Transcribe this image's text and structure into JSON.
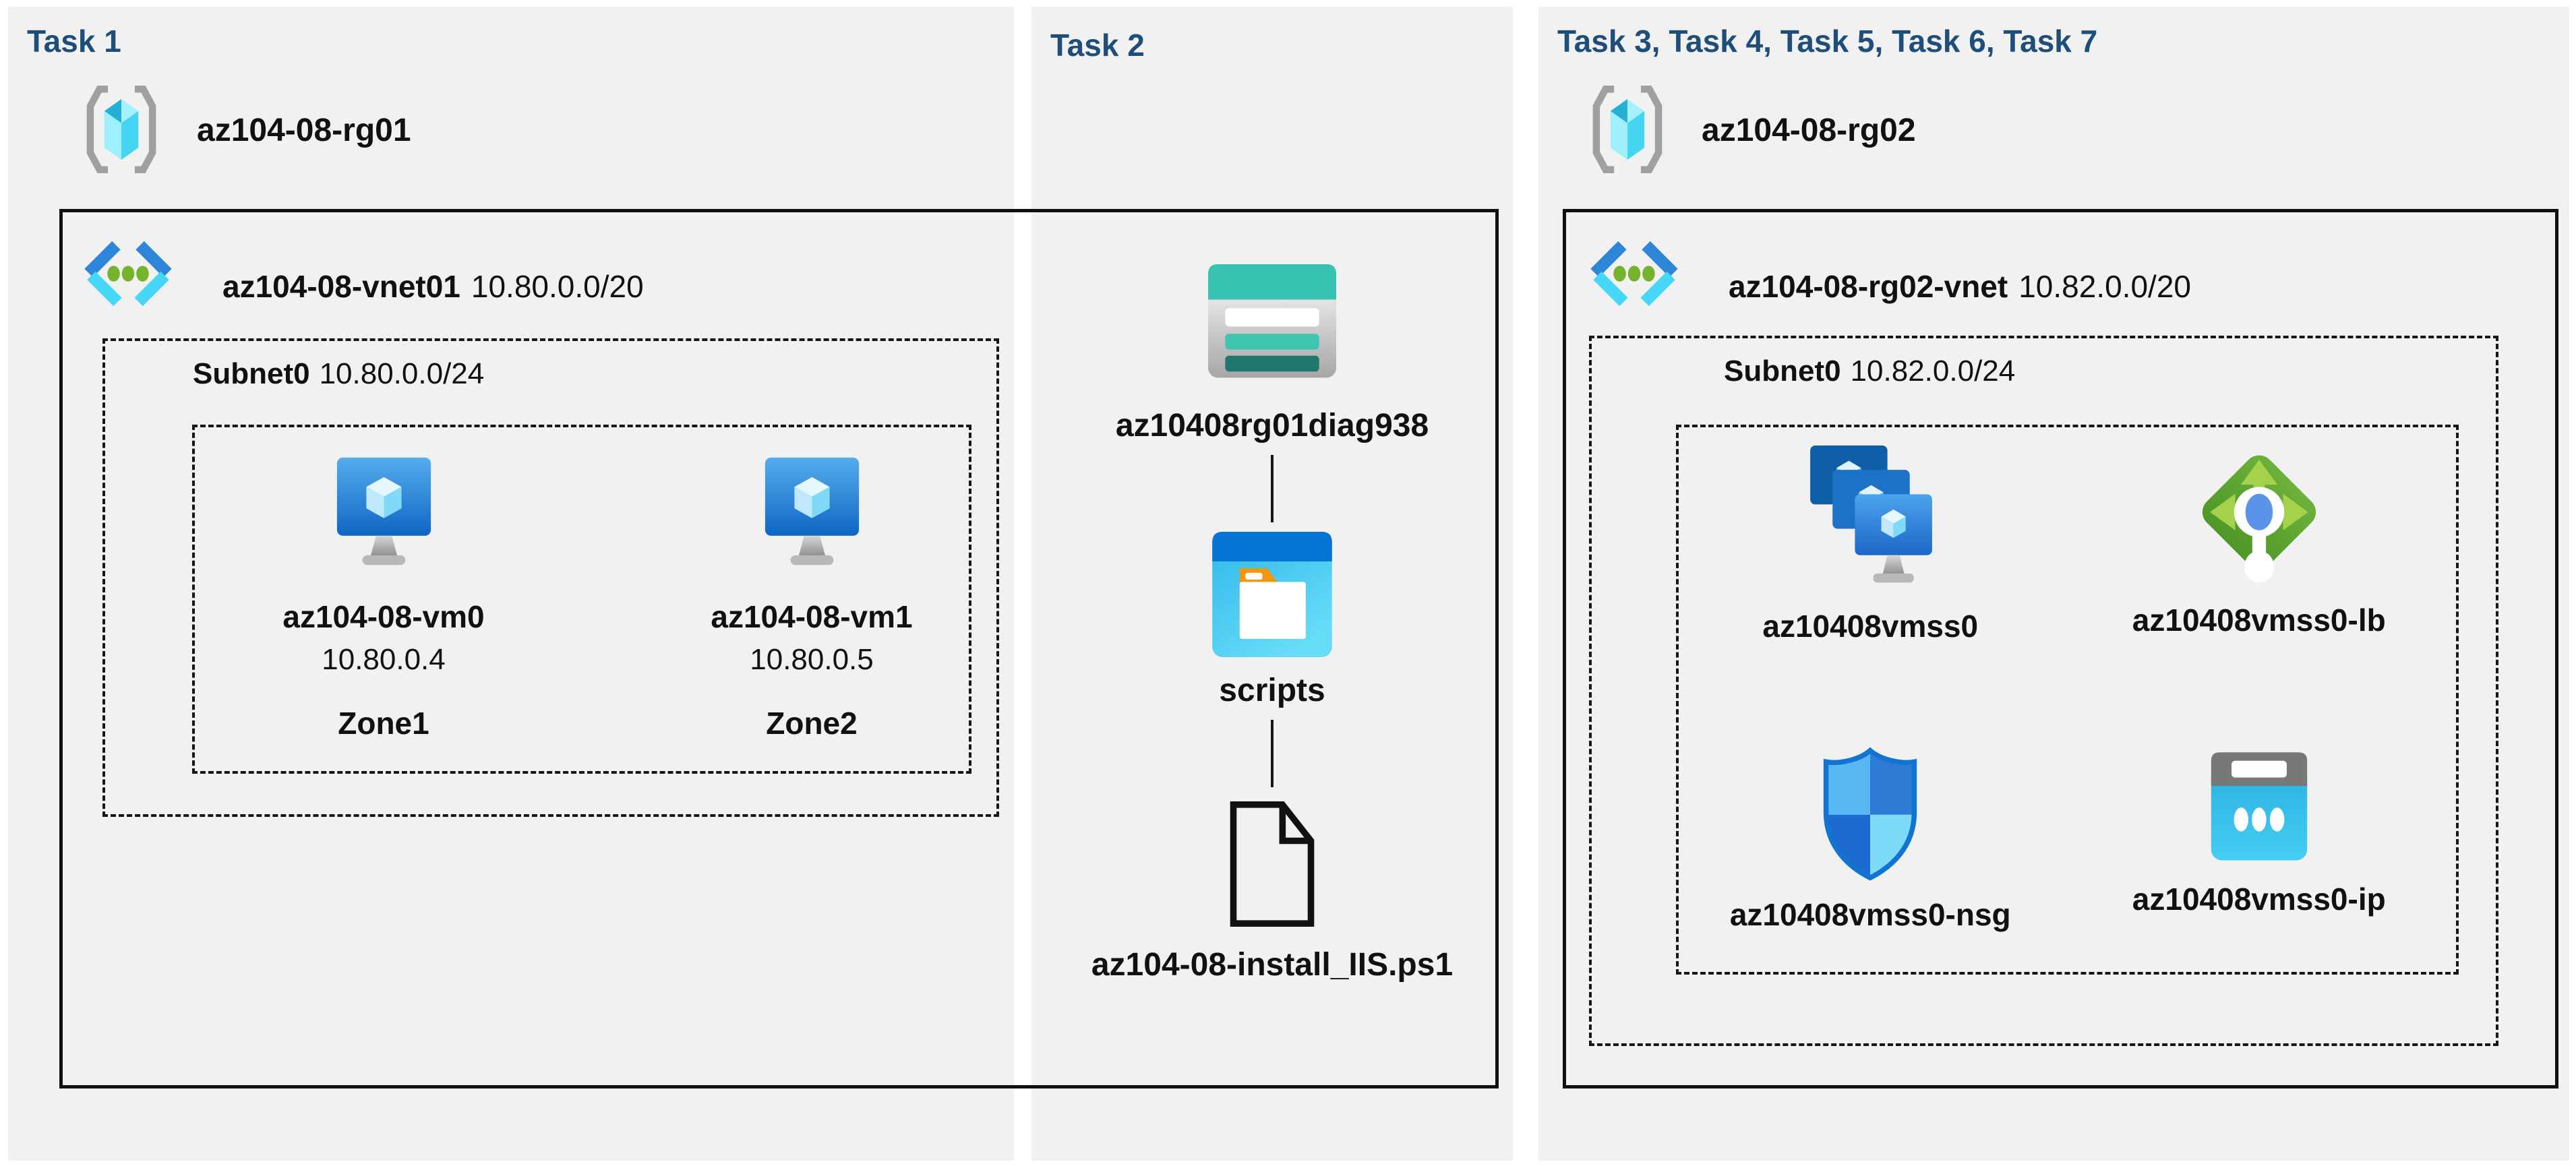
{
  "colors": {
    "task_heading": "#1F4E79",
    "panel_background": "#F1F1F2",
    "box_border": "#101010",
    "storage_teal": "#37C2B1",
    "blob_header_blue": "#0574D4",
    "blob_body_cyan": "#3FC1EF",
    "load_balancer_green": "#5DA832",
    "vm_screen_blue": "#1C72CE",
    "resource_group_cyan": "#45D5F2",
    "vnet_chevron_blue": "#2E86D8",
    "vnet_chevron_cyan": "#45D6F8",
    "vnet_dot_green": "#74B32B"
  },
  "tasks": [
    {
      "title": "Task 1",
      "resource_group": "az104-08-rg01",
      "vnet_name": "az104-08-vnet01",
      "vnet_cidr": "10.80.0.0/20",
      "subnet_name": "Subnet0",
      "subnet_cidr": "10.80.0.0/24",
      "vms": [
        {
          "name": "az104-08-vm0",
          "ip": "10.80.0.4",
          "zone": "Zone1",
          "icon": "virtual-machine-icon"
        },
        {
          "name": "az104-08-vm1",
          "ip": "10.80.0.5",
          "zone": "Zone2",
          "icon": "virtual-machine-icon"
        }
      ]
    },
    {
      "title": "Task 2",
      "storage_account": "az10408rg01diag938",
      "storage_icon": "storage-account-icon",
      "container": "scripts",
      "container_icon": "blob-container-icon",
      "script_file": "az104-08-install_IIS.ps1",
      "script_file_icon": "file-document-icon"
    },
    {
      "title": "Task 3, Task 4, Task 5, Task 6, Task 7",
      "resource_group": "az104-08-rg02",
      "vnet_name": "az104-08-rg02-vnet",
      "vnet_cidr": "10.82.0.0/20",
      "subnet_name": "Subnet0",
      "subnet_cidr": "10.82.0.0/24",
      "resources": [
        {
          "name": "az10408vmss0",
          "type": "vm-scale-set",
          "icon": "vmss-icon"
        },
        {
          "name": "az10408vmss0-lb",
          "type": "load-balancer",
          "icon": "load-balancer-icon"
        },
        {
          "name": "az10408vmss0-nsg",
          "type": "network-security-group",
          "icon": "nsg-shield-icon"
        },
        {
          "name": "az10408vmss0-ip",
          "type": "public-ip-address",
          "icon": "public-ip-icon"
        }
      ]
    }
  ]
}
